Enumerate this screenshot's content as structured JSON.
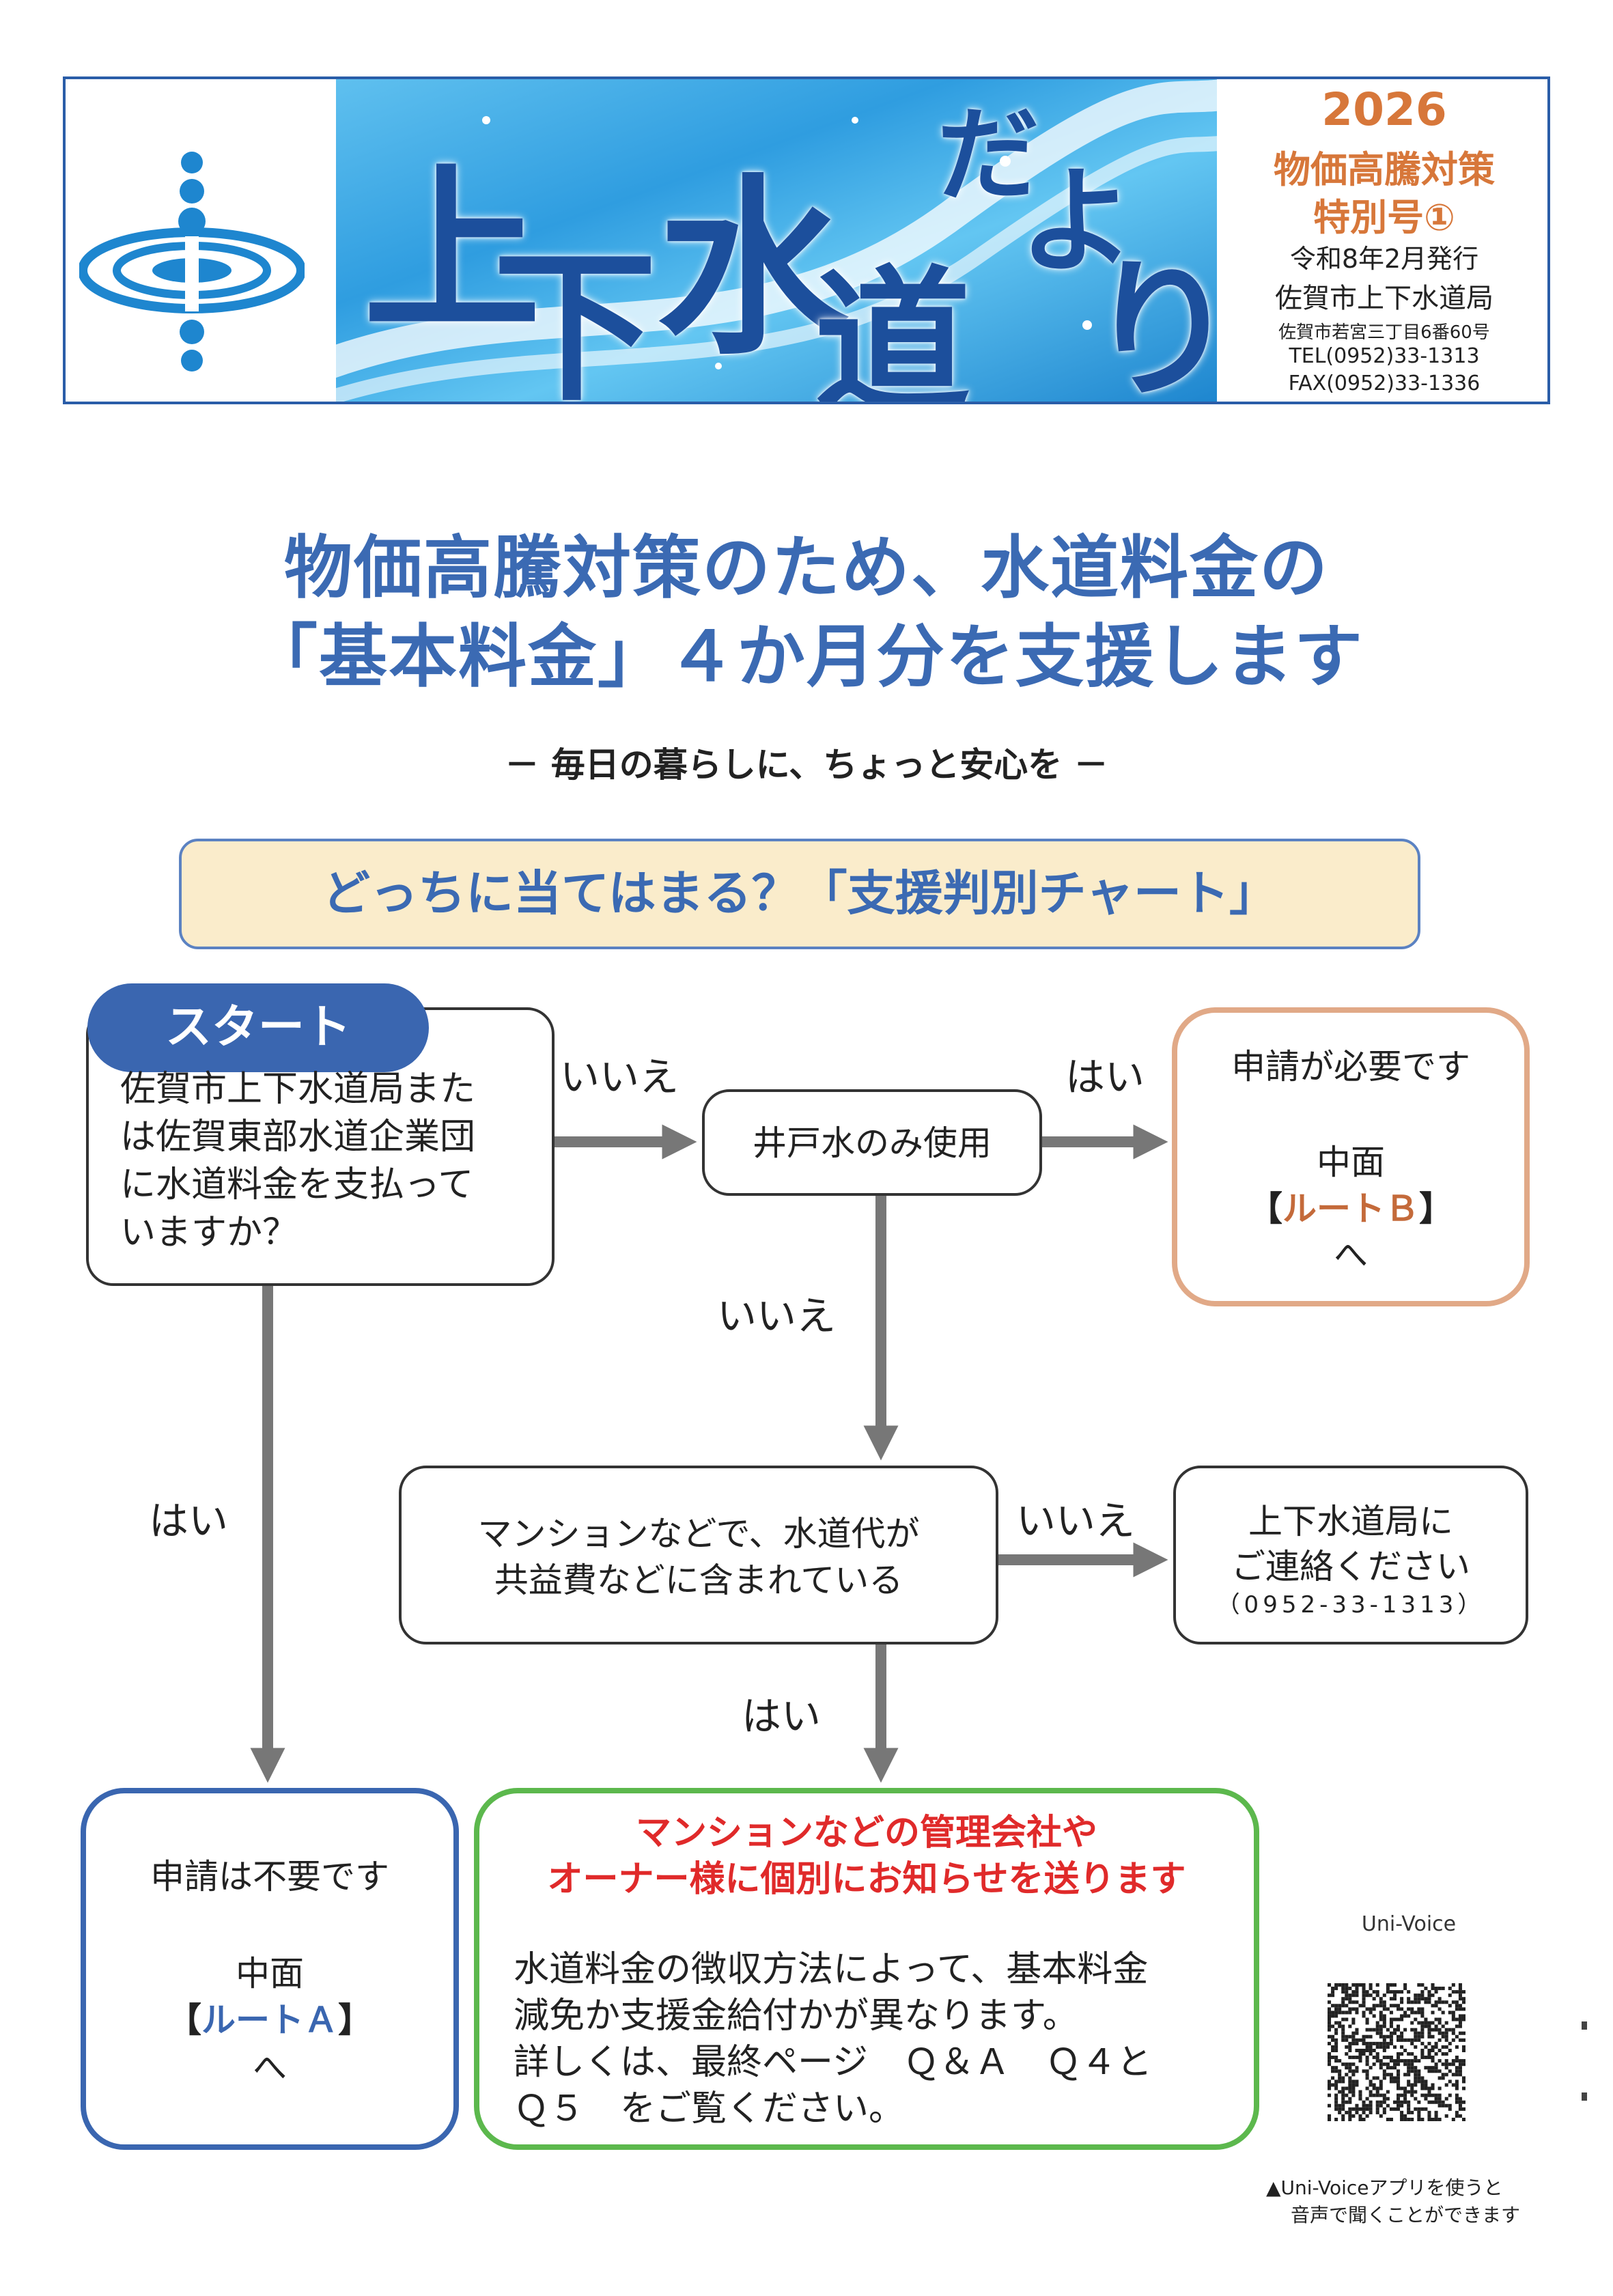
{
  "header": {
    "banner_chars": [
      "上",
      "下",
      "水",
      "道",
      "だ",
      "よ",
      "り"
    ],
    "issue_year": "2026",
    "issue_title_line1": "物価高騰対策",
    "issue_title_line2": "特別号①",
    "issue_date": "令和8年2月発行",
    "publisher": "佐賀市上下水道局",
    "address": "佐賀市若宮三丁目6番60号",
    "tel": "TEL(0952)33-1313",
    "fax": "FAX(0952)33-1336"
  },
  "headline": {
    "line1": "物価高騰対策のため、水道料金の",
    "line2": "「基本料金」４か月分を支援します",
    "subline": "－ 毎日の暮らしに、ちょっと安心を －"
  },
  "chart": {
    "title": "どっちに当てはまる？「支援判別チャート」",
    "start_badge": "スタート",
    "q1_lines": [
      "佐賀市上下水道局また",
      "は佐賀東部水道企業団",
      "に水道料金を支払って",
      "いますか？"
    ],
    "q2": "井戸水のみ使用",
    "resultB": {
      "line1": "申請が必要です",
      "line2": "中面",
      "route_open": "【",
      "route": "ルートＢ",
      "route_close": "】",
      "line4": "へ"
    },
    "q3_line1": "マンションなどで、水道代が",
    "q3_line2": "共益費などに含まれている",
    "contact_line1": "上下水道局に",
    "contact_line2": "ご連絡ください",
    "contact_phone": "（0952-33-1313）",
    "resultA": {
      "line1": "申請は不要です",
      "line2": "中面",
      "route_open": "【",
      "route": "ルートＡ",
      "route_close": "】",
      "line4": "へ"
    },
    "resultC": {
      "red1": "マンションなどの管理会社や",
      "red2": "オーナー様に個別にお知らせを送ります",
      "body1": "水道料金の徴収方法によって、基本料金",
      "body2": "減免か支援金給付かが異なります。",
      "body3": "詳しくは、最終ページ　Ｑ＆Ａ　Ｑ４と",
      "body4": "Ｑ５　をご覧ください。"
    },
    "labels": {
      "no": "いいえ",
      "yes": "はい"
    }
  },
  "qr": {
    "label": "Uni-Voice",
    "caption1": "▲Uni-Voiceアプリを使うと",
    "caption2": "音声で聞くことができます"
  },
  "colors": {
    "accent_blue": "#3a66b0",
    "orange": "#d7773a",
    "green": "#5cb84d",
    "red": "#e02a2a",
    "cream": "#faeccb"
  }
}
